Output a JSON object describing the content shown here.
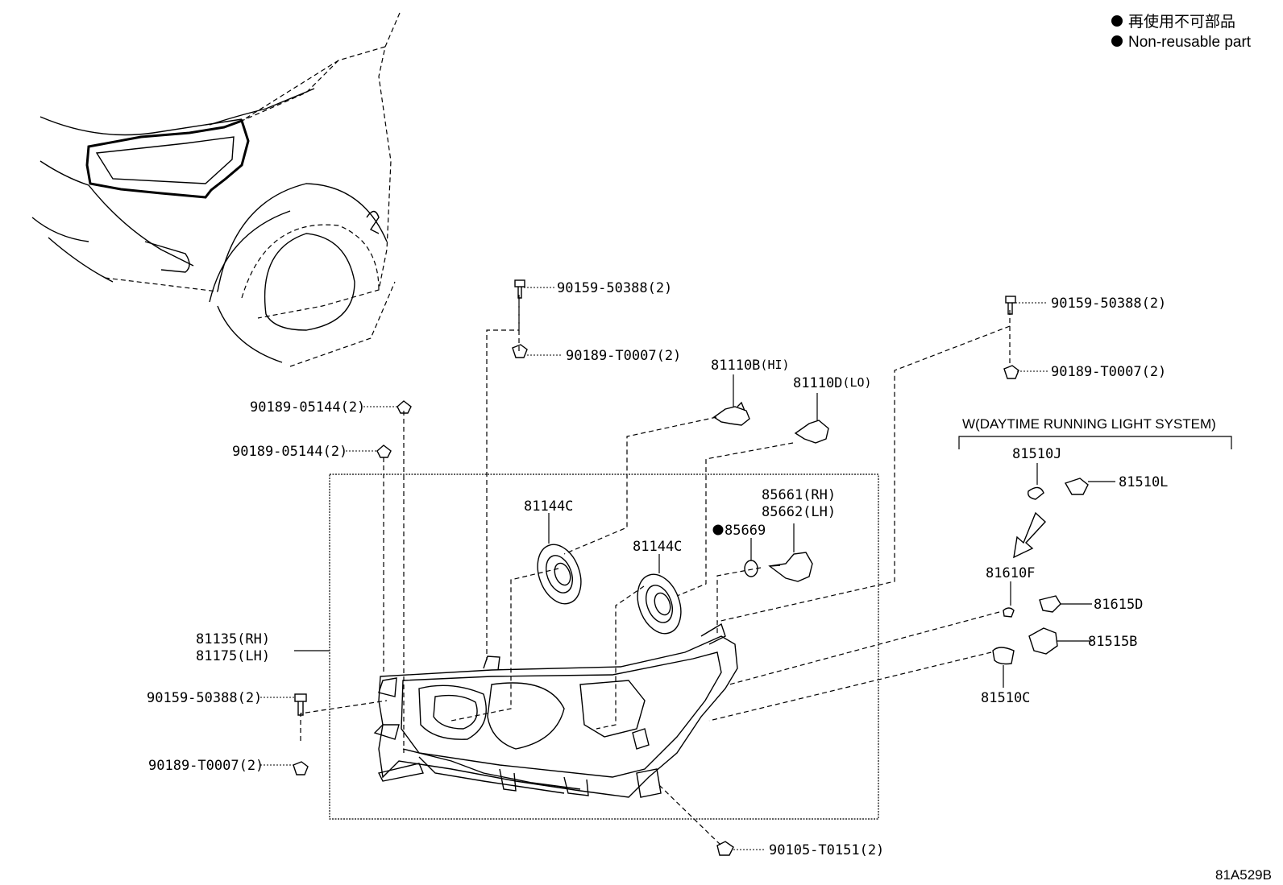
{
  "legend": {
    "line_jp": "再使用不可部品",
    "line_en": "Non-reusable part"
  },
  "drl_group_title": "W(DAYTIME RUNNING LIGHT SYSTEM)",
  "diagram_code": "81A529B",
  "parts": {
    "p_90159_top": "90159-50388(2)",
    "p_90189_top": "90189-T0007(2)",
    "p_90159_right": "90159-50388(2)",
    "p_90189_right": "90189-T0007(2)",
    "p_81110b": "81110B",
    "p_81110b_suffix": "(HI)",
    "p_81110d": "81110D",
    "p_81110d_suffix": "(LO)",
    "p_05144_a": "90189-05144(2)",
    "p_05144_b": "90189-05144(2)",
    "p_81144c_a": "81144C",
    "p_81144c_b": "81144C",
    "p_85669": "85669",
    "p_85661": "85661(RH)",
    "p_85662": "85662(LH)",
    "p_81135": "81135(RH)",
    "p_81175": "81175(LH)",
    "p_90159_left": "90159-50388(2)",
    "p_90189_left": "90189-T0007(2)",
    "p_81510j": "81510J",
    "p_81510l": "81510L",
    "p_81610f": "81610F",
    "p_81615d": "81615D",
    "p_81515b": "81515B",
    "p_81510c": "81510C",
    "p_90105": "90105-T0151(2)"
  }
}
